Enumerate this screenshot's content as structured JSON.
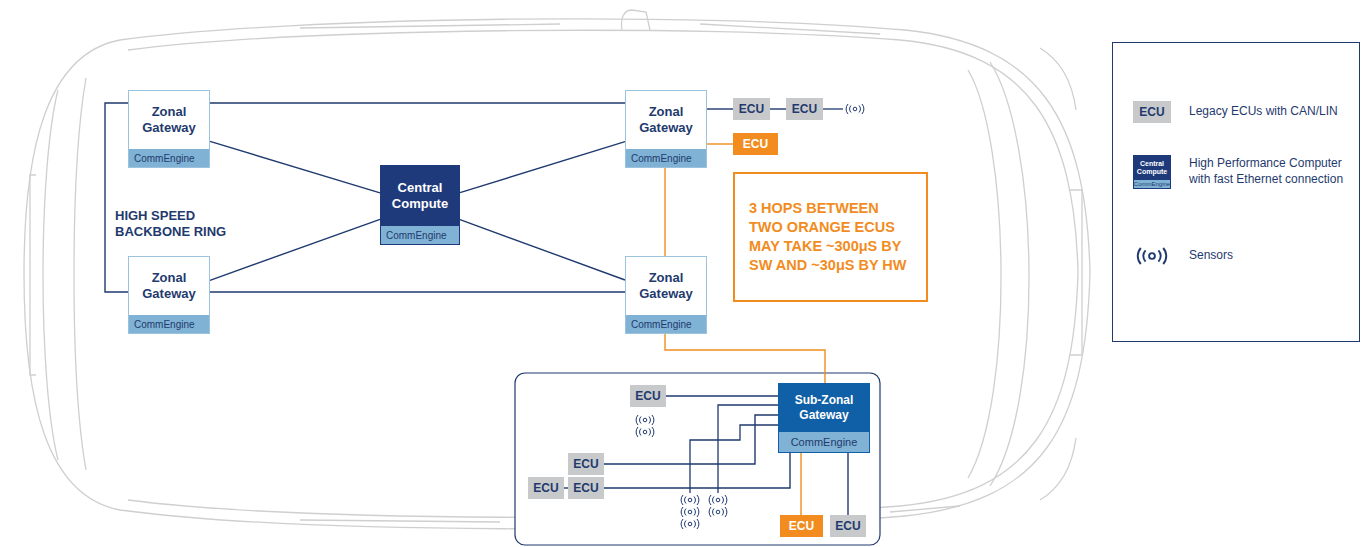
{
  "diagram": {
    "nodes": [
      {
        "text": [
          "Zonal Gateway",
          "CommEngine"
        ]
      },
      {
        "text": [
          "Zonal Gateway",
          "CommEngine"
        ]
      },
      {
        "text": [
          "Central Compute",
          "CommEngine"
        ]
      },
      {
        "text": [
          "Zonal Gateway",
          "CommEngine"
        ]
      },
      {
        "text": [
          "ECU"
        ]
      },
      {
        "text": [
          "ECU"
        ]
      },
      {
        "text": [
          "ECU"
        ]
      },
      {
        "text": [
          "3 HOPS BETWEEN TWO ORANGE ECUS MAY TAKE ~300μS BY SW AND ~30μS BY HW"
        ]
      },
      {
        "text": [
          "Zonal Gateway",
          "CommEngine"
        ]
      },
      {
        "text": [
          "ECU"
        ]
      },
      {
        "text": [
          "Sub-Zonal Gateway",
          "CommEngine"
        ]
      },
      {
        "text": [
          "ECU"
        ]
      },
      {
        "text": [
          "ECU"
        ]
      },
      {
        "text": [
          "ECU"
        ]
      },
      {
        "text": [
          "ECU"
        ]
      },
      {
        "text": [
          "ECU"
        ]
      }
    ],
    "edges": [
      {
        "from": 0,
        "to": 3,
        "arrow": "none"
      },
      {
        "from": 0,
        "to": 1,
        "arrow": "none"
      },
      {
        "from": 1,
        "to": 8,
        "arrow": "none"
      },
      {
        "from": 0,
        "to": 2,
        "arrow": "none"
      },
      {
        "from": 1,
        "to": 2,
        "arrow": "none"
      },
      {
        "from": 3,
        "to": 2,
        "arrow": "none"
      },
      {
        "from": 8,
        "to": 2,
        "arrow": "none"
      },
      {
        "from": 3,
        "to": 4,
        "arrow": "none"
      },
      {
        "from": 4,
        "to": 5,
        "arrow": "none"
      },
      {
        "from": 3,
        "to": 6,
        "arrow": "none"
      },
      {
        "from": 3,
        "to": 8,
        "arrow": "none"
      },
      {
        "from": 8,
        "to": 10,
        "arrow": "none"
      },
      {
        "from": 9,
        "to": 10,
        "arrow": "none"
      },
      {
        "from": 11,
        "to": 10,
        "arrow": "none"
      },
      {
        "from": 12,
        "to": 13,
        "arrow": "none"
      },
      {
        "from": 13,
        "to": 10,
        "arrow": "none"
      },
      {
        "from": 10,
        "to": 14,
        "arrow": "none"
      },
      {
        "from": 10,
        "to": 15,
        "arrow": "none"
      }
    ],
    "labels": [
      "HIGH SPEED BACKBONE RING",
      "ECU",
      "Central Compute",
      "CommEngine"
    ],
    "legend": [
      {
        "text": "Legacy ECUs with CAN/LIN",
        "color": "#c8c9cb"
      },
      {
        "text": "High Performance Computer with fast Ethernet connection"
      },
      {
        "text": "Sensors"
      }
    ]
  }
}
